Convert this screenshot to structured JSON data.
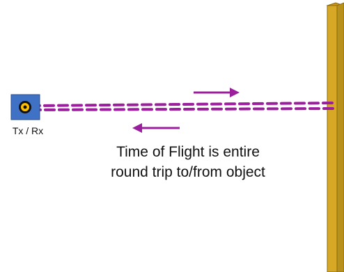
{
  "transceiver": {
    "label": "Tx / Rx",
    "icon": "transceiver-icon",
    "fill_color": "#3F71C4",
    "ring_color": "#FFC000"
  },
  "caption": {
    "line1": "Time of Flight is entire",
    "line2": "round trip to/from object"
  },
  "signal_path": {
    "color": "#9B1F9C",
    "style": "dashed"
  },
  "arrows": [
    {
      "name": "outgoing-arrow",
      "direction": "right"
    },
    {
      "name": "return-arrow",
      "direction": "left"
    }
  ],
  "wall": {
    "name": "target-object",
    "color": "#D6A826"
  }
}
